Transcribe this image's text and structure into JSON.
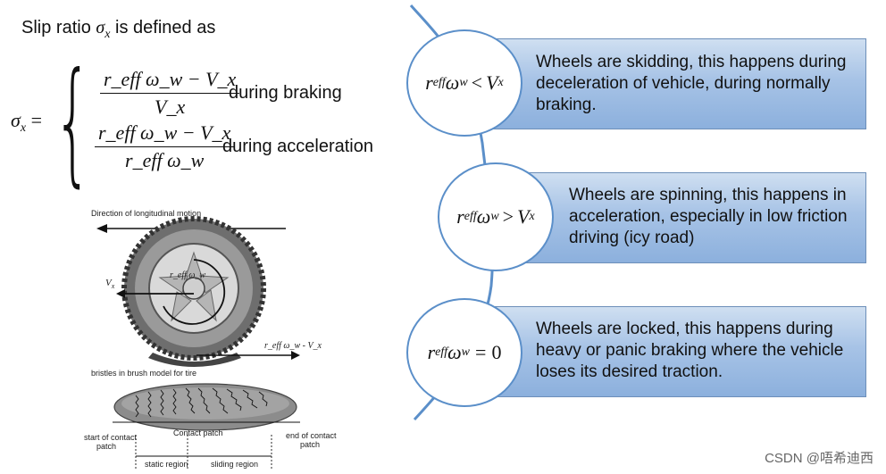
{
  "left": {
    "title_prefix": "Slip ratio ",
    "title_var": "σ",
    "title_sub": "x",
    "title_suffix": " is defined as",
    "lhs_var": "σ",
    "lhs_sub": "x",
    "lhs_eq": "=",
    "case1": {
      "num": "r_eff ω_w − V_x",
      "den": "V_x",
      "label": "during  braking"
    },
    "case2": {
      "num": "r_eff ω_w − V_x",
      "den": "r_eff ω_w",
      "label": "during  acceleration"
    }
  },
  "tire_diagram": {
    "direction_label": "Direction of longitudinal motion",
    "vx_label": "V",
    "vx_sub": "x",
    "omega_label": "r_eff ω_w",
    "slip_label": "r_eff ω_w - V_x",
    "bristles_label": "bristles in brush model for tire",
    "contact_label": "Contact patch",
    "start_label_1": "start of contact",
    "start_label_2": "patch",
    "end_label_1": "end of contact",
    "end_label_2": "patch",
    "static_label": "static region",
    "sliding_label": "sliding region"
  },
  "right": {
    "items": [
      {
        "condition": {
          "lhs": "r",
          "lhs_sub": "eff",
          "omega": "ω",
          "omega_sub": "w",
          "op": "<",
          "rhs": "V",
          "rhs_sub": "x"
        },
        "text": "Wheels are skidding, this happens during deceleration of vehicle, during normally braking."
      },
      {
        "condition": {
          "lhs": "r",
          "lhs_sub": "eff",
          "omega": "ω",
          "omega_sub": "w",
          "op": ">",
          "rhs": "V",
          "rhs_sub": "x"
        },
        "text": "Wheels are spinning, this happens in acceleration, especially in low friction driving (icy road)"
      },
      {
        "condition": {
          "lhs": "r",
          "lhs_sub": "eff",
          "omega": "ω",
          "omega_sub": "w",
          "op": "=",
          "rhs": "0",
          "rhs_sub": ""
        },
        "text": "Wheels are locked, this happens during heavy or panic braking where the vehicle loses its desired traction."
      }
    ]
  },
  "watermark": "CSDN @唔希迪西",
  "colors": {
    "box_top": "#cfdff1",
    "box_bottom": "#8cb0dd",
    "circle_border": "#5b8fc9",
    "connector": "#5b8fc9"
  }
}
